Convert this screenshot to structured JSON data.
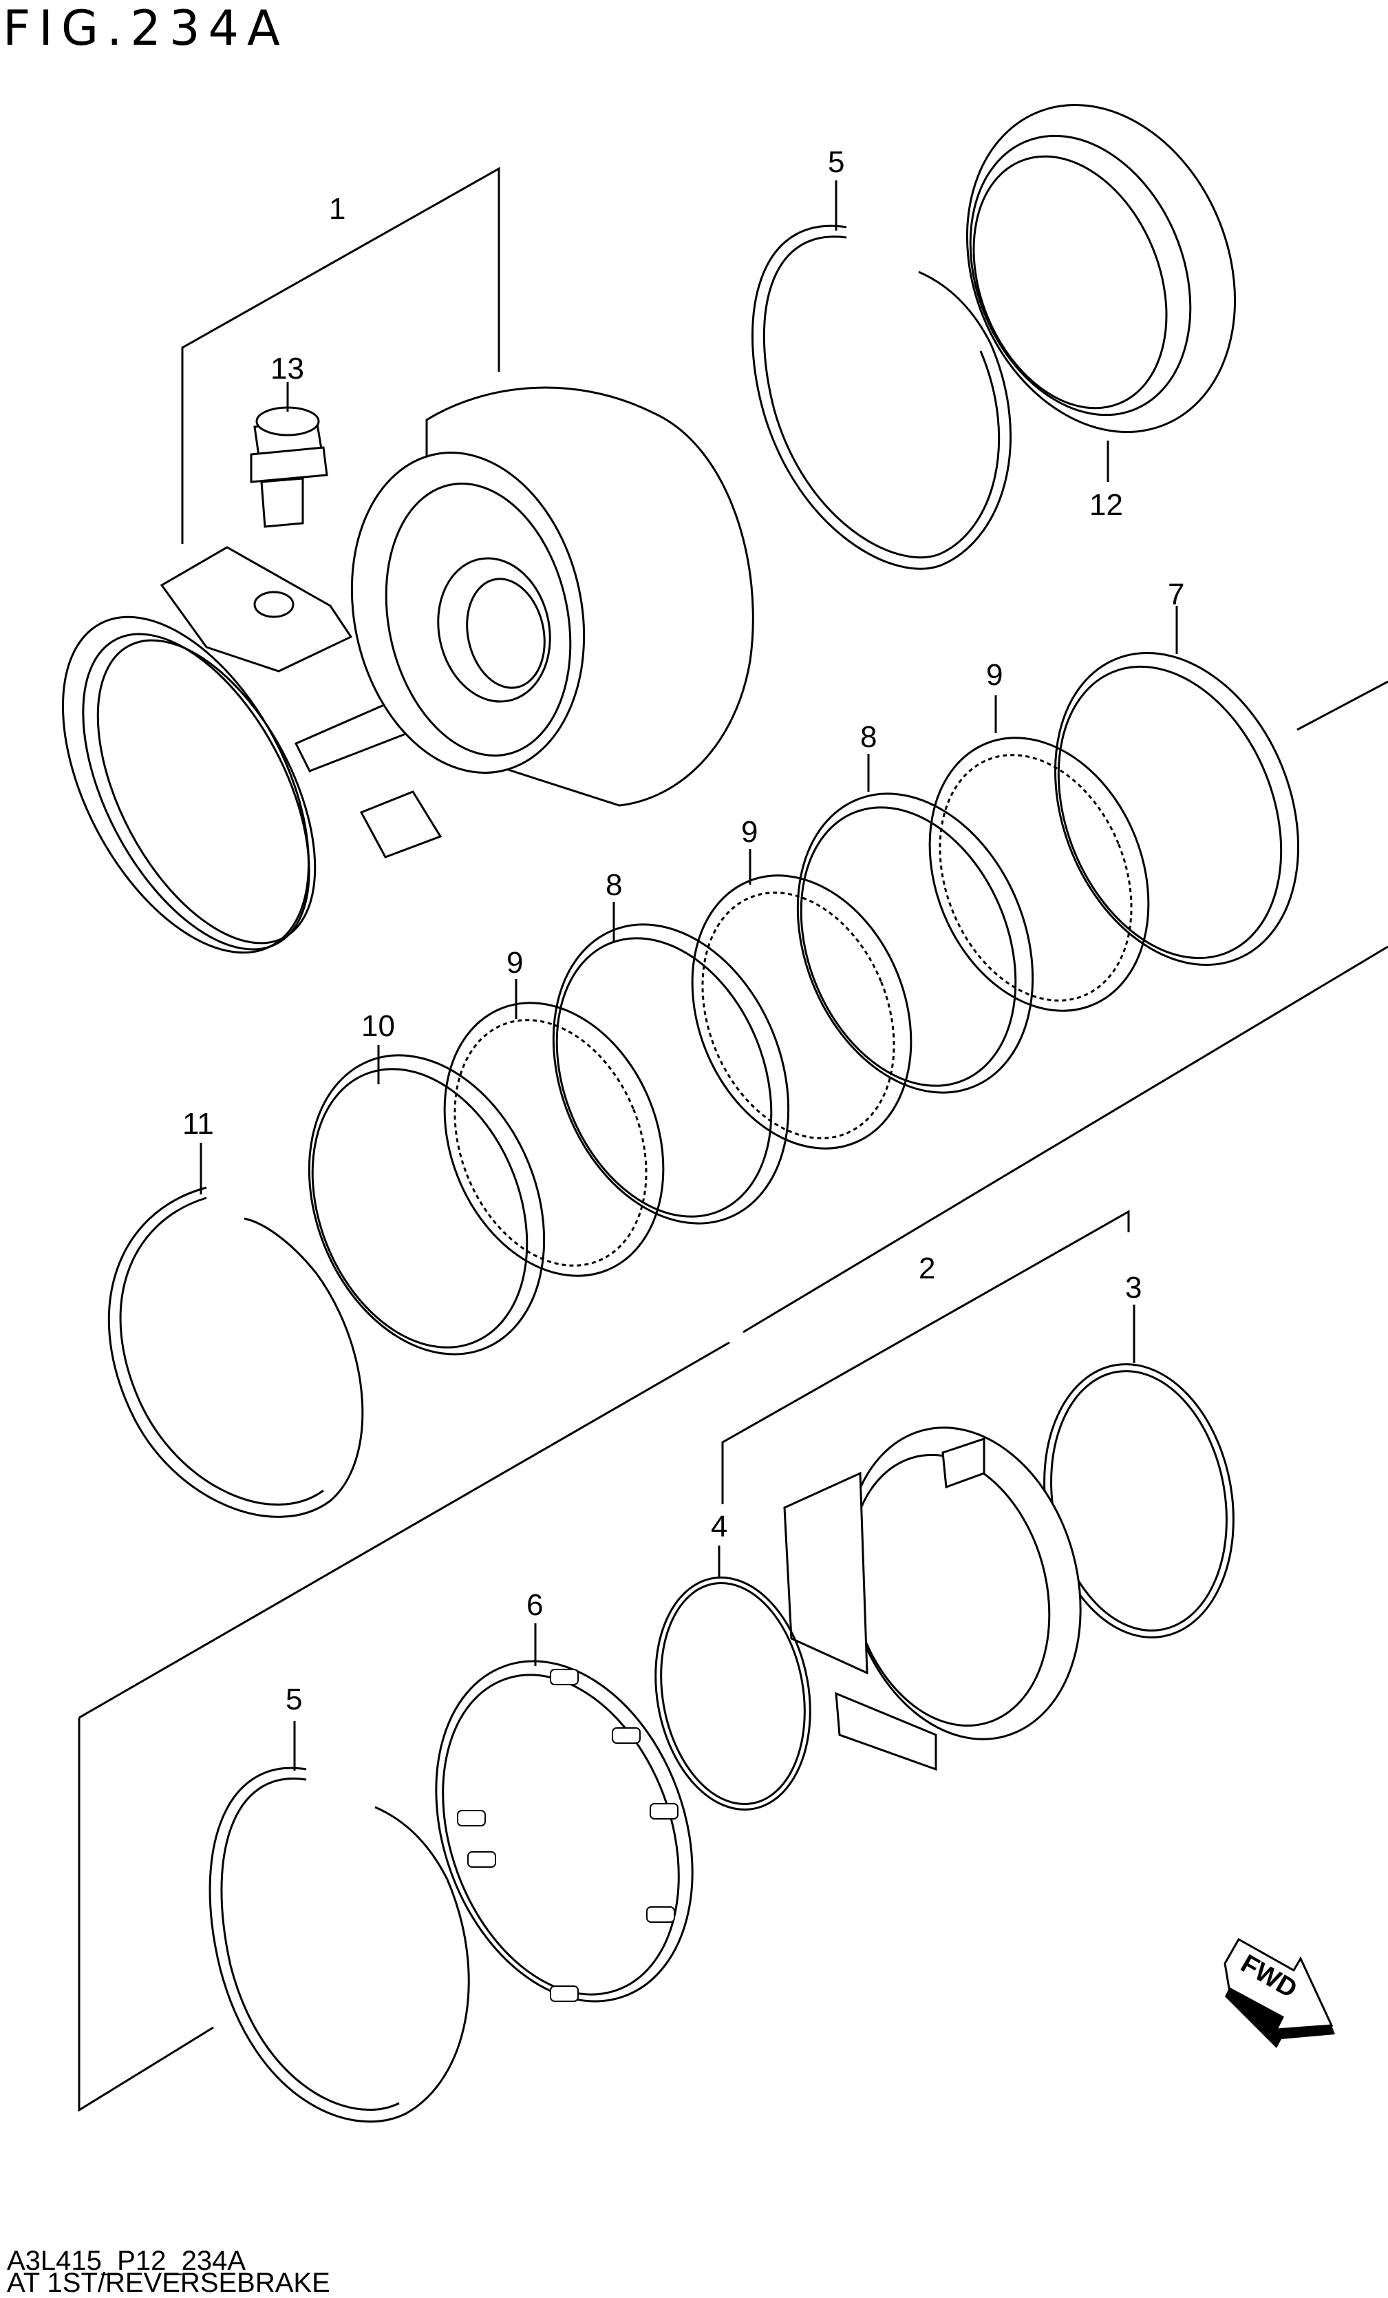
{
  "header": {
    "figure_title": "FIG.234A"
  },
  "footer": {
    "drawing_code": "A3L415_P12_234A",
    "drawing_name": "AT 1ST/REVERSEBRAKE"
  },
  "direction_arrow": {
    "label": "FWD",
    "icon": "fwd-arrow-icon"
  },
  "callouts": [
    {
      "id": "c1",
      "label": "1"
    },
    {
      "id": "c2",
      "label": "2"
    },
    {
      "id": "c3",
      "label": "3"
    },
    {
      "id": "c4",
      "label": "4"
    },
    {
      "id": "c5a",
      "label": "5"
    },
    {
      "id": "c5b",
      "label": "5"
    },
    {
      "id": "c6",
      "label": "6"
    },
    {
      "id": "c7",
      "label": "7"
    },
    {
      "id": "c8a",
      "label": "8"
    },
    {
      "id": "c8b",
      "label": "8"
    },
    {
      "id": "c9a",
      "label": "9"
    },
    {
      "id": "c9b",
      "label": "9"
    },
    {
      "id": "c9c",
      "label": "9"
    },
    {
      "id": "c10",
      "label": "10"
    },
    {
      "id": "c11",
      "label": "11"
    },
    {
      "id": "c12",
      "label": "12"
    },
    {
      "id": "c13",
      "label": "13"
    }
  ]
}
